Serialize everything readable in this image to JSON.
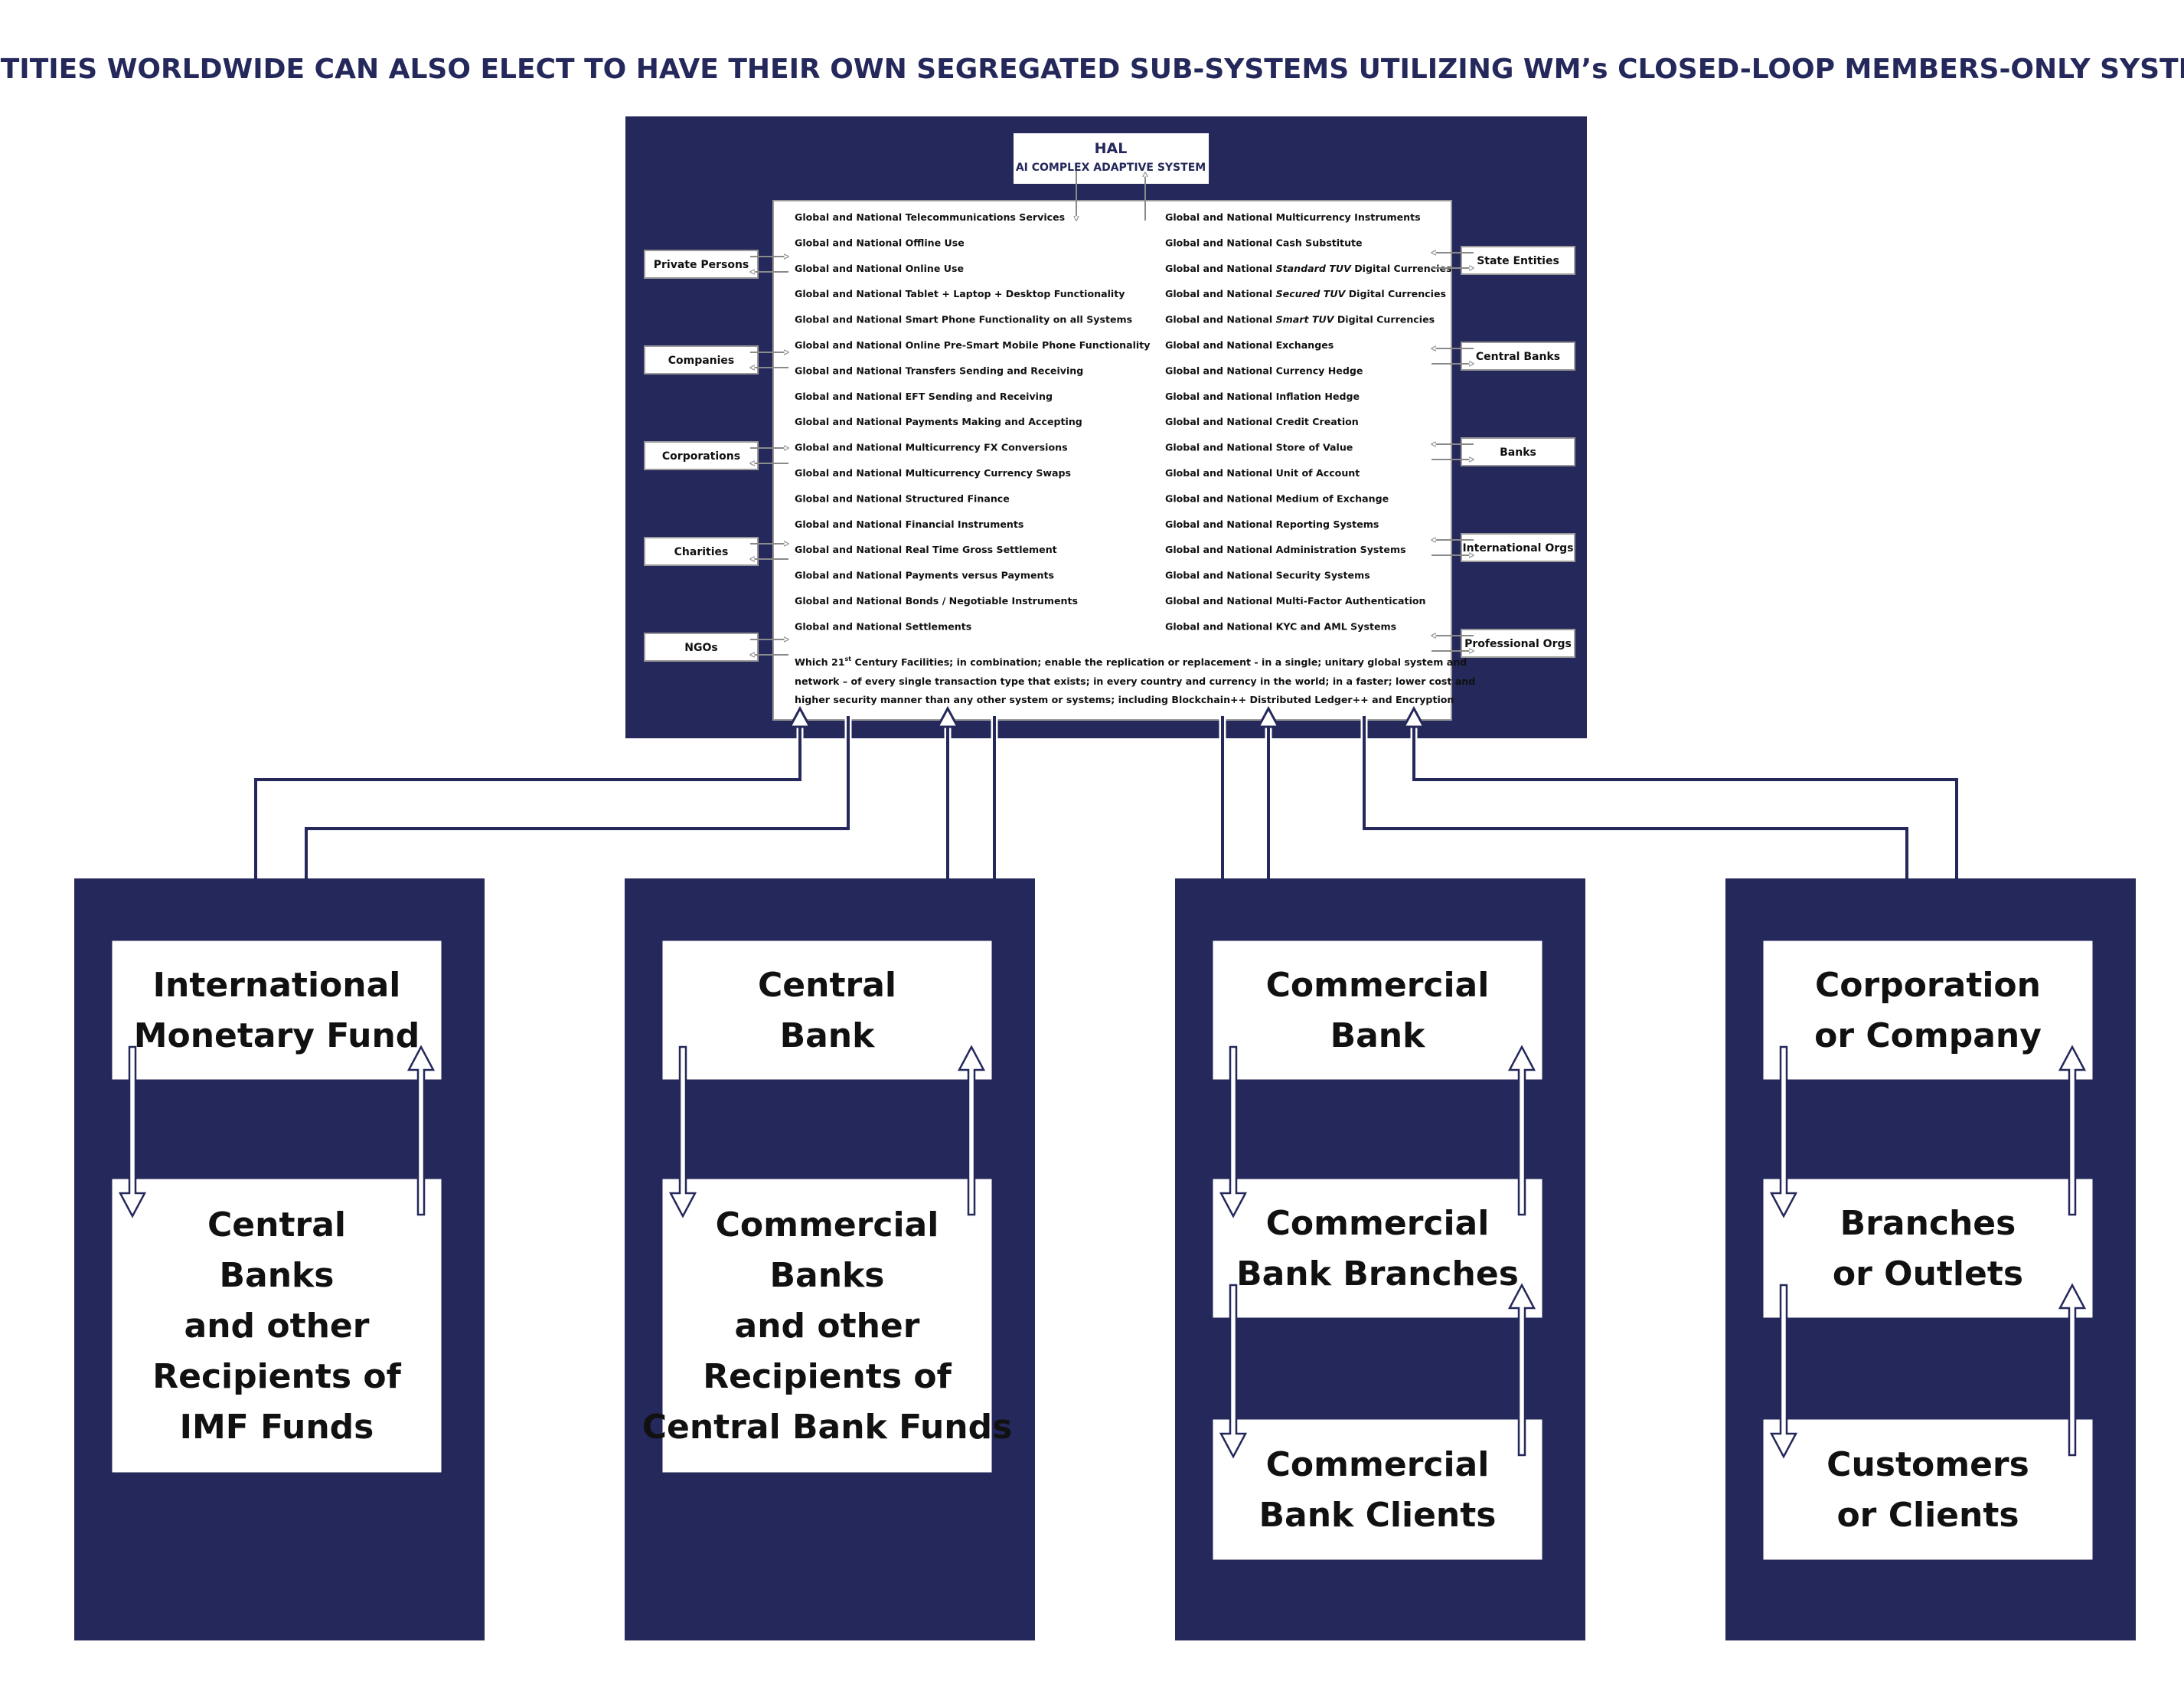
{
  "title": "ENTITIES WORLDWIDE CAN ALSO ELECT TO HAVE THEIR OWN SEGREGATED SUB-SYSTEMS UTILIZING WM’s CLOSED-LOOP MEMBERS-ONLY SYSTEM",
  "hal": {
    "title": "HAL",
    "subtitle": "AI COMPLEX ADAPTIVE SYSTEM"
  },
  "services_left": [
    "Global and National Telecommunications Services",
    "Global and National Offline Use",
    "Global and National Online Use",
    "Global and National Tablet + Laptop + Desktop Functionality",
    "Global and National Smart Phone Functionality on all Systems",
    "Global and National Online Pre-Smart Mobile Phone Functionality",
    "Global and National Transfers Sending and Receiving",
    "Global and National EFT Sending and Receiving",
    "Global and National Payments Making and Accepting",
    "Global and National Multicurrency FX Conversions",
    "Global and National Multicurrency Currency Swaps",
    "Global and National Structured Finance",
    "Global and National Financial Instruments",
    "Global and National Real Time Gross Settlement",
    "Global and National Payments versus Payments",
    "Global and National Bonds / Negotiable Instruments",
    "Global and National Settlements"
  ],
  "services_right": [
    {
      "pre": "Global and National Multicurrency Instruments",
      "ital": "",
      "post": ""
    },
    {
      "pre": "Global and National Cash Substitute",
      "ital": "",
      "post": ""
    },
    {
      "pre": "Global and National ",
      "ital": "Standard TUV",
      "post": " Digital Currencies"
    },
    {
      "pre": "Global and National ",
      "ital": "Secured TUV",
      "post": " Digital Currencies"
    },
    {
      "pre": "Global and National ",
      "ital": "Smart TUV",
      "post": " Digital Currencies"
    },
    {
      "pre": "Global and National Exchanges",
      "ital": "",
      "post": ""
    },
    {
      "pre": "Global and National Currency Hedge",
      "ital": "",
      "post": ""
    },
    {
      "pre": "Global and National Inflation Hedge",
      "ital": "",
      "post": ""
    },
    {
      "pre": "Global and National Credit Creation",
      "ital": "",
      "post": ""
    },
    {
      "pre": "Global and National Store of Value",
      "ital": "",
      "post": ""
    },
    {
      "pre": "Global and National Unit of Account",
      "ital": "",
      "post": ""
    },
    {
      "pre": "Global and National Medium of Exchange",
      "ital": "",
      "post": ""
    },
    {
      "pre": "Global and National Reporting Systems",
      "ital": "",
      "post": ""
    },
    {
      "pre": "Global and National Administration Systems",
      "ital": "",
      "post": ""
    },
    {
      "pre": "Global and National Security Systems",
      "ital": "",
      "post": ""
    },
    {
      "pre": "Global and National Multi-Factor Authentication",
      "ital": "",
      "post": ""
    },
    {
      "pre": "Global and National KYC and AML Systems",
      "ital": "",
      "post": ""
    }
  ],
  "summary": {
    "line1_pre": "Which 21",
    "line1_sup": "st",
    "line1_post": " Century Facilities; in combination; enable the replication or replacement  - in a single; unitary global system and",
    "line2": "network – of every single transaction type that exists; in every country and currency in the world; in a faster; lower cost and",
    "line3": "higher security manner than any other system or systems; including Blockchain++ Distributed Ledger++ and Encryption"
  },
  "left_entities": [
    "Private Persons",
    "Companies",
    "Corporations",
    "Charities",
    "NGOs"
  ],
  "right_entities": [
    "State Entities",
    "Central Banks",
    "Banks",
    "International Orgs",
    "Professional Orgs"
  ],
  "columns": [
    {
      "boxes": [
        [
          "International",
          "Monetary Fund"
        ],
        [
          "Central",
          "Banks",
          "and other",
          "Recipients of",
          "IMF Funds"
        ]
      ]
    },
    {
      "boxes": [
        [
          "Central",
          "Bank"
        ],
        [
          "Commercial",
          "Banks",
          "and other",
          "Recipients of",
          "Central Bank Funds"
        ]
      ]
    },
    {
      "boxes": [
        [
          "Commercial",
          "Bank"
        ],
        [
          "Commercial",
          "Bank Branches"
        ],
        [
          "Commercial",
          "Bank Clients"
        ]
      ]
    },
    {
      "boxes": [
        [
          "Corporation",
          "or Company"
        ],
        [
          "Branches",
          "or Outlets"
        ],
        [
          "Customers",
          "or Clients"
        ]
      ]
    }
  ],
  "colors": {
    "navy": "#24285a",
    "white": "#ffffff",
    "text": "#111111",
    "grey_arrow": "#8a8a8a"
  }
}
